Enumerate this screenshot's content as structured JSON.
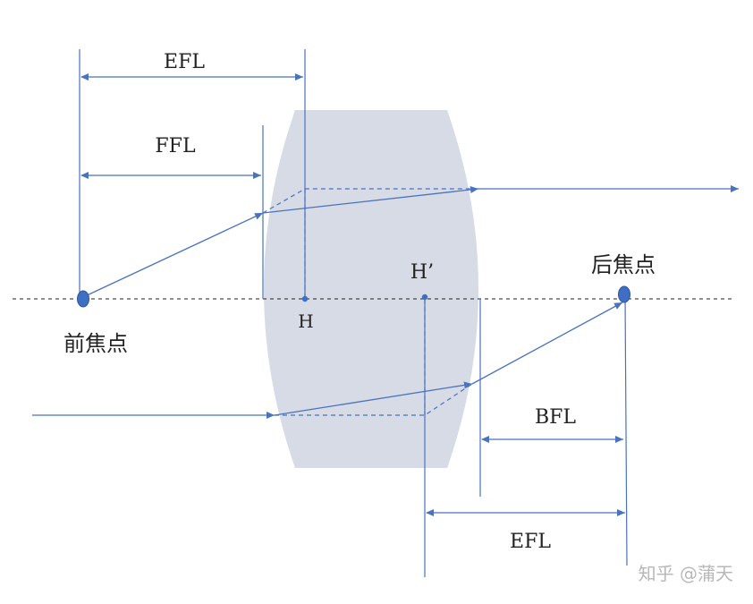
{
  "labels": {
    "efl_top": "EFL",
    "ffl": "FFL",
    "h": "H",
    "h_prime": "H’",
    "rear_focus": "后焦点",
    "front_focus": "前焦点",
    "bfl": "BFL",
    "efl_bottom": "EFL"
  },
  "watermark": "知乎 @蒲天",
  "colors": {
    "ray": "#4a72bf",
    "lens_fill": "#d6dbe5",
    "focal_point": "#3f6fc4",
    "axis": "#222222"
  }
}
